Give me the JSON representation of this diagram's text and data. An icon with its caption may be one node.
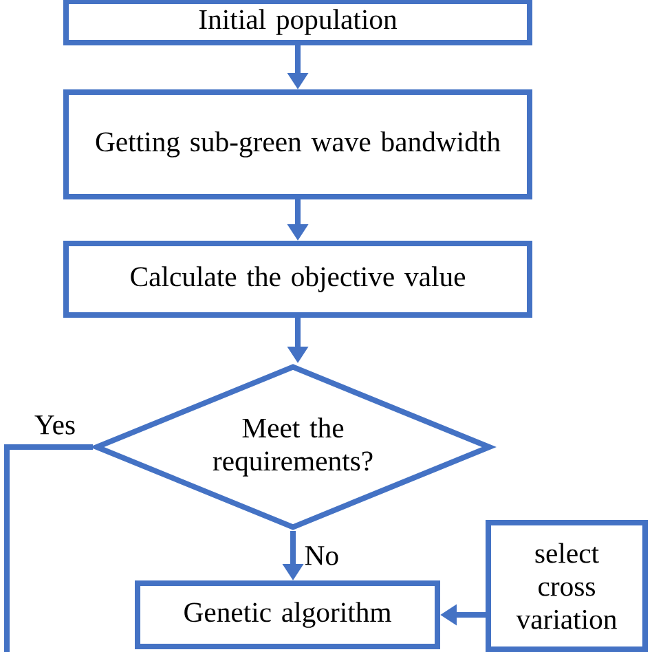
{
  "diagram": {
    "nodes": [
      {
        "text": [
          "Initial population"
        ]
      },
      {
        "text": [
          "Getting sub-green wave bandwidth"
        ]
      },
      {
        "text": [
          "Calculate the objective value"
        ]
      },
      {
        "text": [
          "Meet the requirements?"
        ]
      },
      {
        "text": [
          "Genetic algorithm"
        ]
      },
      {
        "text": [
          "select cross variation"
        ]
      }
    ],
    "edges": [
      {
        "from": 0,
        "to": 1,
        "arrow": "to"
      },
      {
        "from": 1,
        "to": 2,
        "arrow": "to"
      },
      {
        "from": 2,
        "to": 3,
        "arrow": "to"
      },
      {
        "from": 3,
        "to": 4,
        "arrow": "to",
        "label": "No"
      },
      {
        "from": 5,
        "to": 4,
        "arrow": "to"
      },
      {
        "from": 3,
        "to": null,
        "arrow": "none",
        "label": "Yes"
      }
    ]
  }
}
